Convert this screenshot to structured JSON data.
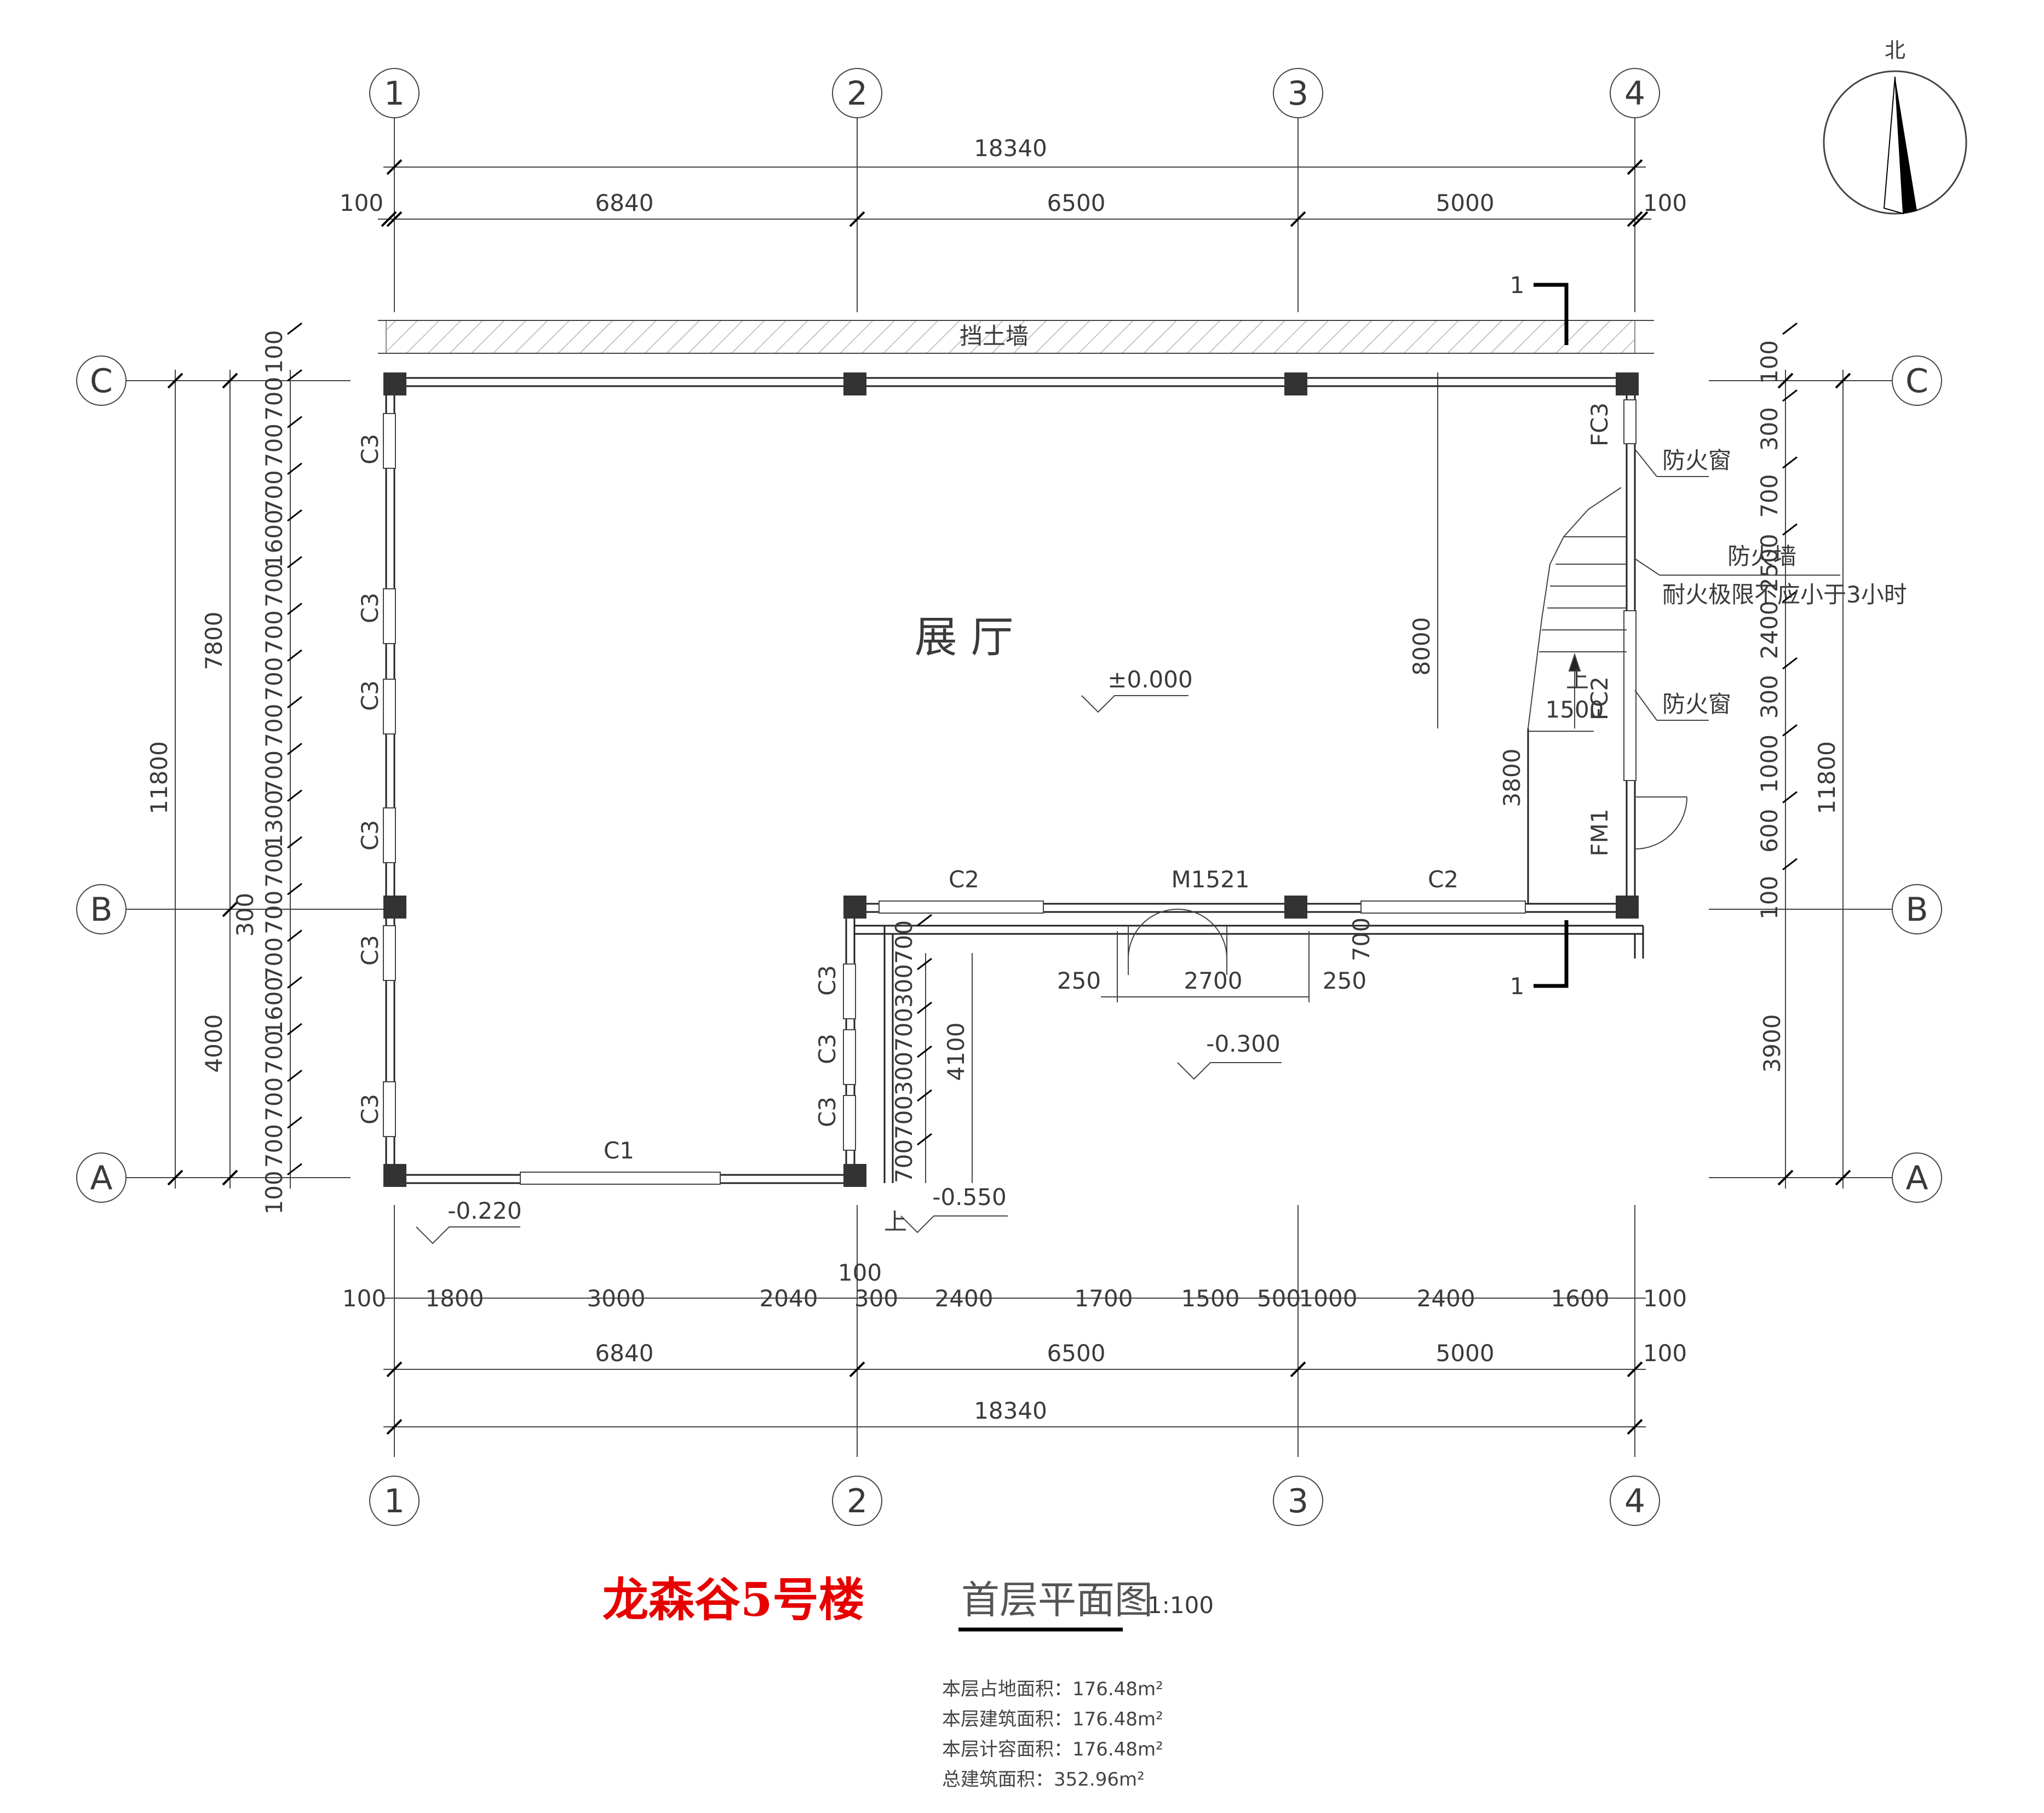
{
  "drawing": {
    "building_name": "龙森谷5号楼",
    "plan_title": "首层平面图",
    "scale": "1:100",
    "north": "北",
    "stats": [
      "本层占地面积：176.48m²",
      "本层建筑面积：176.48m²",
      "本层计容面积：176.48m²",
      "总建筑面积：352.96m²"
    ]
  },
  "axes": {
    "vertical": [
      "1",
      "2",
      "3",
      "4"
    ],
    "horizontal": [
      "A",
      "B",
      "C"
    ]
  },
  "dimensions": {
    "top_total": "18340",
    "top_segments": [
      "100",
      "6840",
      "6500",
      "5000",
      "100"
    ],
    "bottom_detail": [
      "100",
      "1800",
      "3000",
      "2040",
      "300",
      "2400",
      "1700",
      "1500",
      "500",
      "1000",
      "2400",
      "1600",
      "100"
    ],
    "bottom_100": "100",
    "bottom_axis": [
      "6840",
      "6500",
      "5000",
      "100"
    ],
    "bottom_total": "18340",
    "left_overall": "11800",
    "left_upper": "7800",
    "left_lower": "4000",
    "left_300": "300",
    "left_windows": [
      "100",
      "700",
      "700",
      "700",
      "1600",
      "700",
      "700",
      "700",
      "700",
      "700",
      "1300",
      "700",
      "700",
      "700",
      "1600",
      "700",
      "700",
      "700",
      "100"
    ],
    "right_overall": "11800",
    "right_lower": "3900",
    "right_segments": [
      "100",
      "300",
      "700",
      "2500",
      "2400",
      "300",
      "1000",
      "600",
      "100"
    ],
    "inner_8000": "8000",
    "inner_3800": "3800",
    "inner_1500": "1500",
    "inner_4100": "4100",
    "inner_c3_dims": [
      "700",
      "300",
      "700",
      "300",
      "700",
      "700"
    ],
    "door_dims": [
      "250",
      "2700",
      "250"
    ],
    "door_700": "700"
  },
  "labels": {
    "retaining_wall": "挡土墙",
    "hall": "展 厅",
    "floor_level": "±0.000",
    "level_outdoor": "-0.300",
    "level_entry": "-0.550",
    "level_sw": "-0.220",
    "up": "上",
    "section_mark": "1",
    "fire_window": "防火窗",
    "fire_wall": "防火墙",
    "fire_wall_note": "耐火极限不应小于3小时",
    "windows": {
      "C1": "C1",
      "C2": "C2",
      "C3": "C3",
      "FC2": "FC2",
      "FC3": "FC3"
    },
    "doors": {
      "M1521": "M1521",
      "FM1": "FM1"
    }
  }
}
